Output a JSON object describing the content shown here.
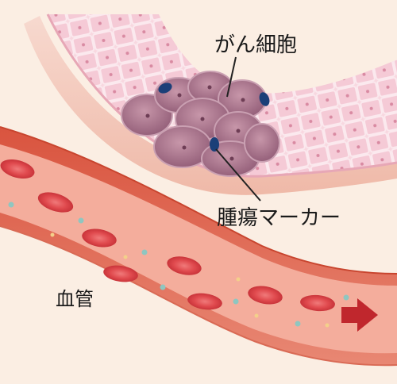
{
  "labels": {
    "cancer_cells": "がん細胞",
    "tumor_marker": "腫瘍マーカー",
    "blood_vessel": "血管"
  },
  "icons": {
    "flow": "arrow-right-icon"
  },
  "colors": {
    "background": "#fbeee3",
    "normal_cell": "#f6d2dc",
    "cancer_cell": "#a9738a",
    "marker": "#1b3f78",
    "vessel_wall": "#e9806f",
    "vessel_lumen": "#f4ad9c",
    "red_blood_cell": "#e0464a",
    "flow_arrow": "#c0272d"
  }
}
